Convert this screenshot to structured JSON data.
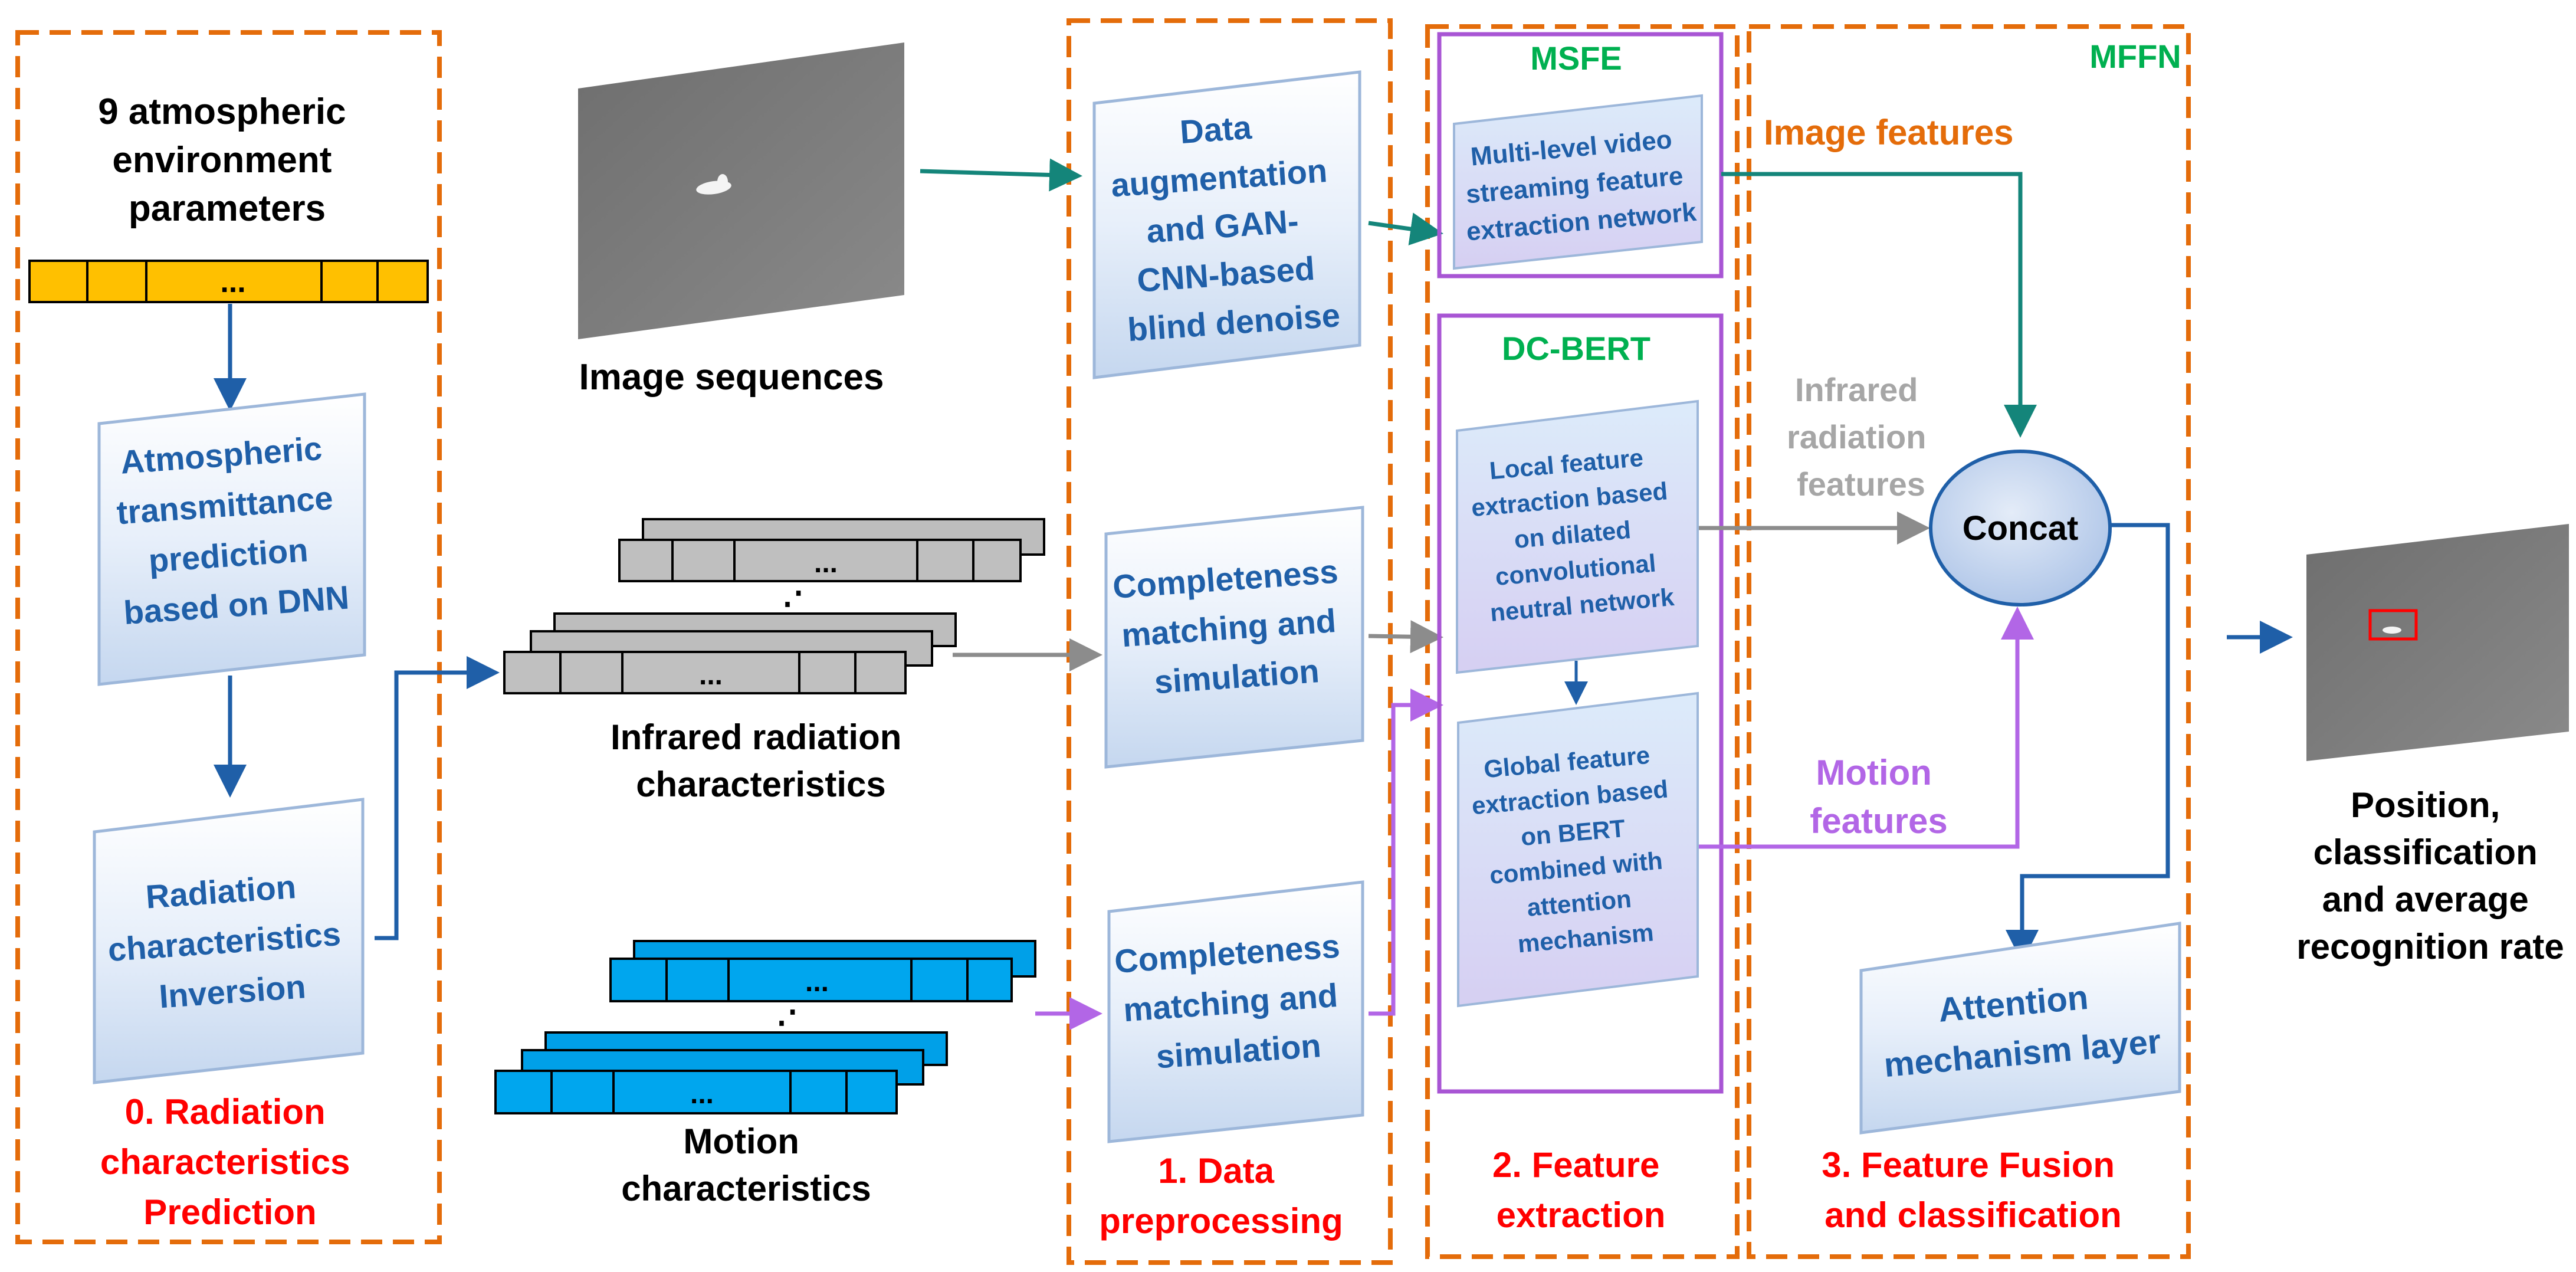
{
  "colors": {
    "orange": "#E46C0A",
    "red": "#FF0000",
    "green": "#00B050",
    "blue": "#1F5FA8",
    "teal": "#14857A",
    "gray": "#8C8C8C",
    "purple": "#B266E6",
    "yellow": "#FFC000",
    "cyan": "#00A0E8",
    "concat_fill": "#C7D6EE",
    "box_text": "#1F5FA8"
  },
  "section0": {
    "input_title": [
      "9 atmospheric",
      "environment",
      "parameters"
    ],
    "vector_ellipsis": "...",
    "box_atm": [
      "Atmospheric",
      "transmittance",
      "prediction",
      "based on DNN"
    ],
    "box_inv": [
      "Radiation",
      "characteristics",
      "Inversion"
    ],
    "caption": [
      "0. Radiation",
      "characteristics",
      "Prediction"
    ]
  },
  "inputs": {
    "image_caption": "Image sequences",
    "ir_caption": [
      "Infrared radiation",
      "characteristics"
    ],
    "motion_caption": [
      "Motion",
      "characteristics"
    ],
    "ellipsis": "...",
    "stack_gap": "⋰"
  },
  "section1": {
    "box_aug": [
      "Data",
      "augmentation",
      "and  GAN-",
      "CNN-based",
      "blind denoise"
    ],
    "box_complete_ir": [
      "Completeness",
      "matching and",
      "simulation"
    ],
    "box_complete_motion": [
      "Completeness",
      "matching and",
      "simulation"
    ],
    "caption": [
      "1. Data",
      "preprocessing"
    ]
  },
  "section2": {
    "msfe_title": "MSFE",
    "msfe_box": [
      "Multi-level video",
      "streaming feature",
      "extraction network"
    ],
    "dcbert_title": "DC-BERT",
    "local_box": [
      "Local feature",
      "extraction based",
      "on dilated",
      "convolutional",
      "neutral network"
    ],
    "global_box": [
      "Global feature",
      "extraction based",
      "on BERT",
      "combined with",
      "attention",
      "mechanism"
    ],
    "caption": [
      "2. Feature",
      "extraction"
    ]
  },
  "section3": {
    "mffn_title": "MFFN",
    "image_features": "Image features",
    "ir_features": [
      "Infrared",
      "radiation",
      "features"
    ],
    "motion_features": [
      "Motion",
      "features"
    ],
    "concat": "Concat",
    "attention_box": [
      "Attention",
      "mechanism layer"
    ],
    "caption": [
      "3. Feature Fusion",
      "and classification"
    ]
  },
  "output": {
    "caption": [
      "Position,",
      "classification",
      "and average",
      "recognition rate"
    ]
  }
}
